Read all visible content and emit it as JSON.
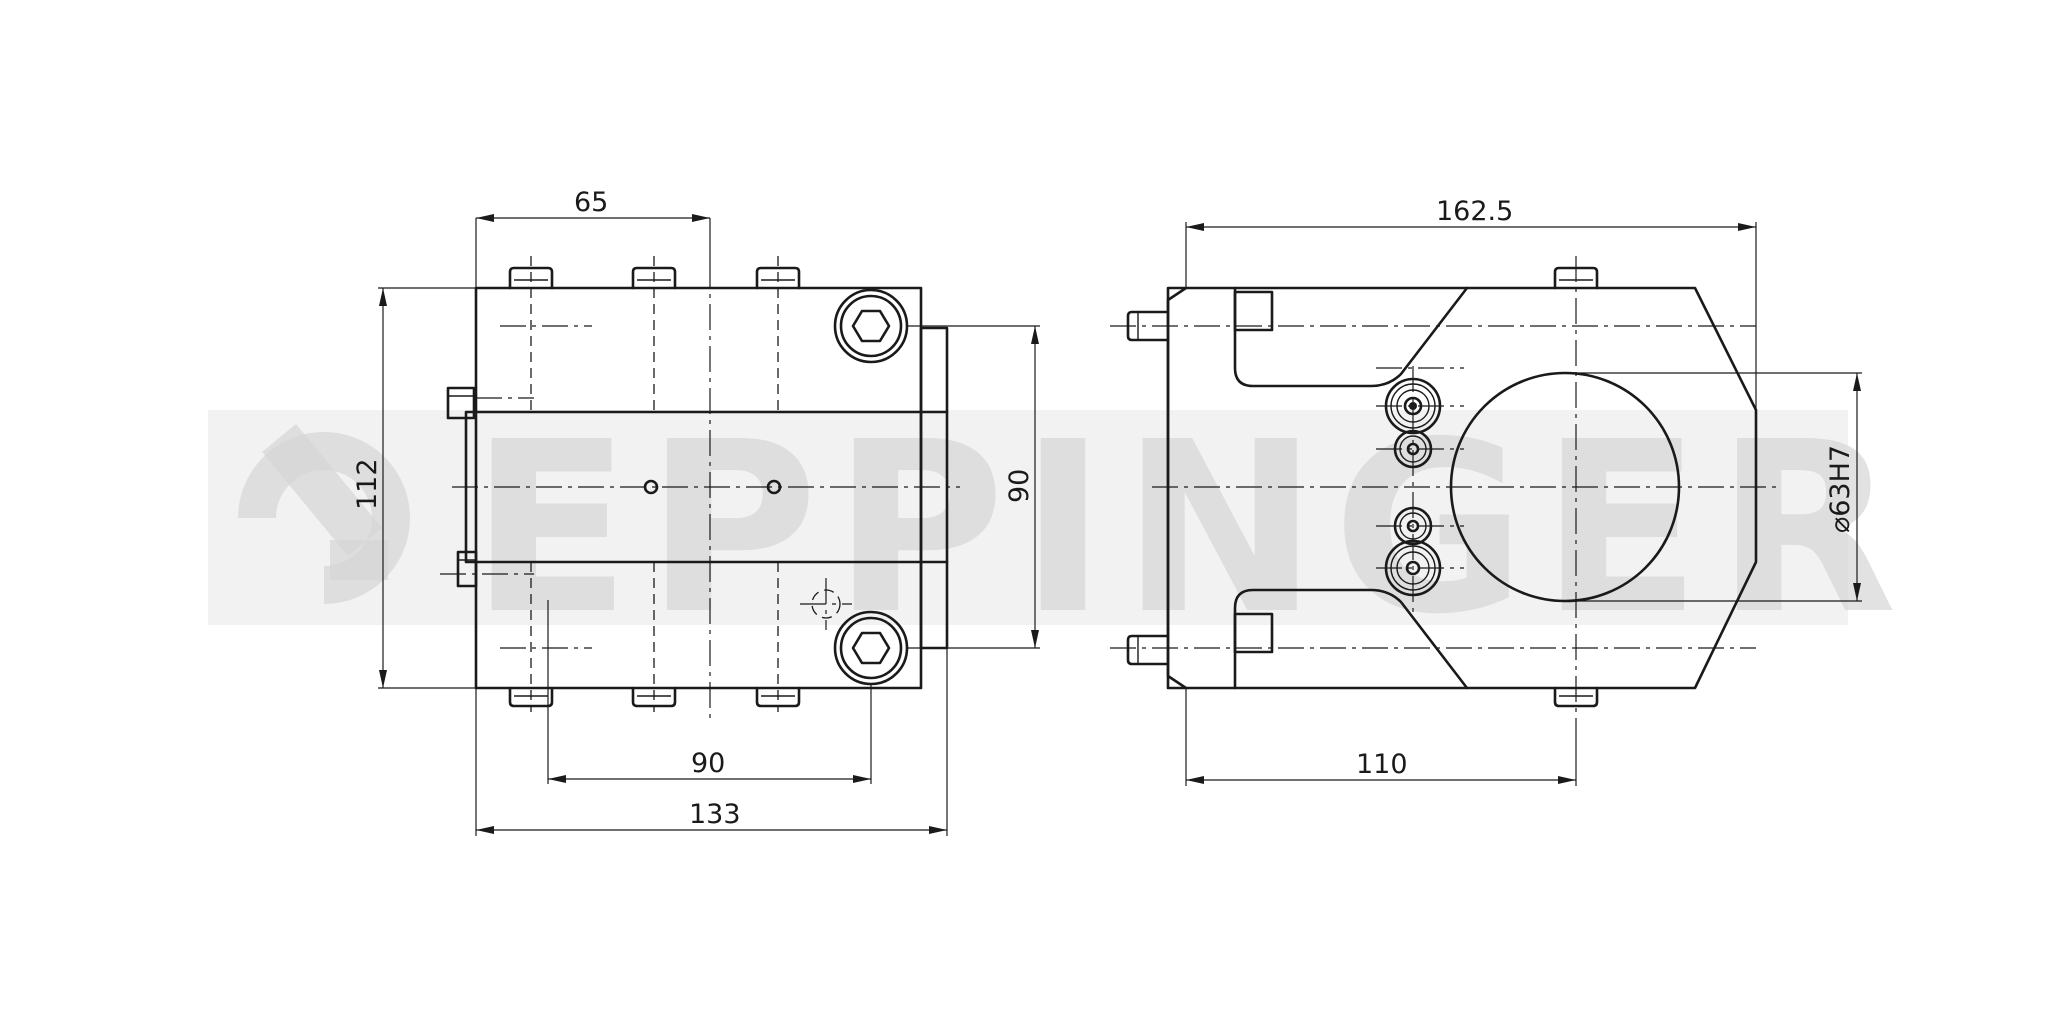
{
  "watermark": {
    "text": "EPPINGER"
  },
  "front_view": {
    "dim_width_top": "65",
    "dim_height": "112",
    "dim_bolt_spacing_vertical": "90",
    "dim_bolt_spacing_horizontal": "90",
    "dim_overall_width": "133"
  },
  "side_view": {
    "dim_overall_length": "162.5",
    "dim_bore": "⌀63H7",
    "dim_axis_distance": "110"
  }
}
